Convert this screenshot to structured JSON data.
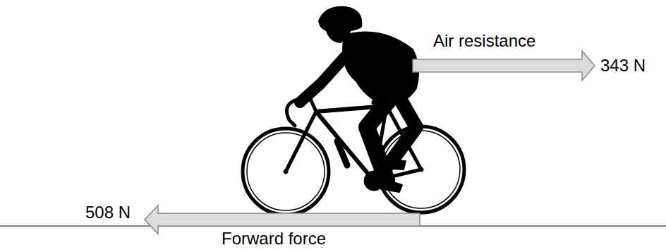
{
  "diagram": {
    "labels": [
      "Air resistance",
      "343 N",
      "508 N",
      "Forward force"
    ]
  }
}
